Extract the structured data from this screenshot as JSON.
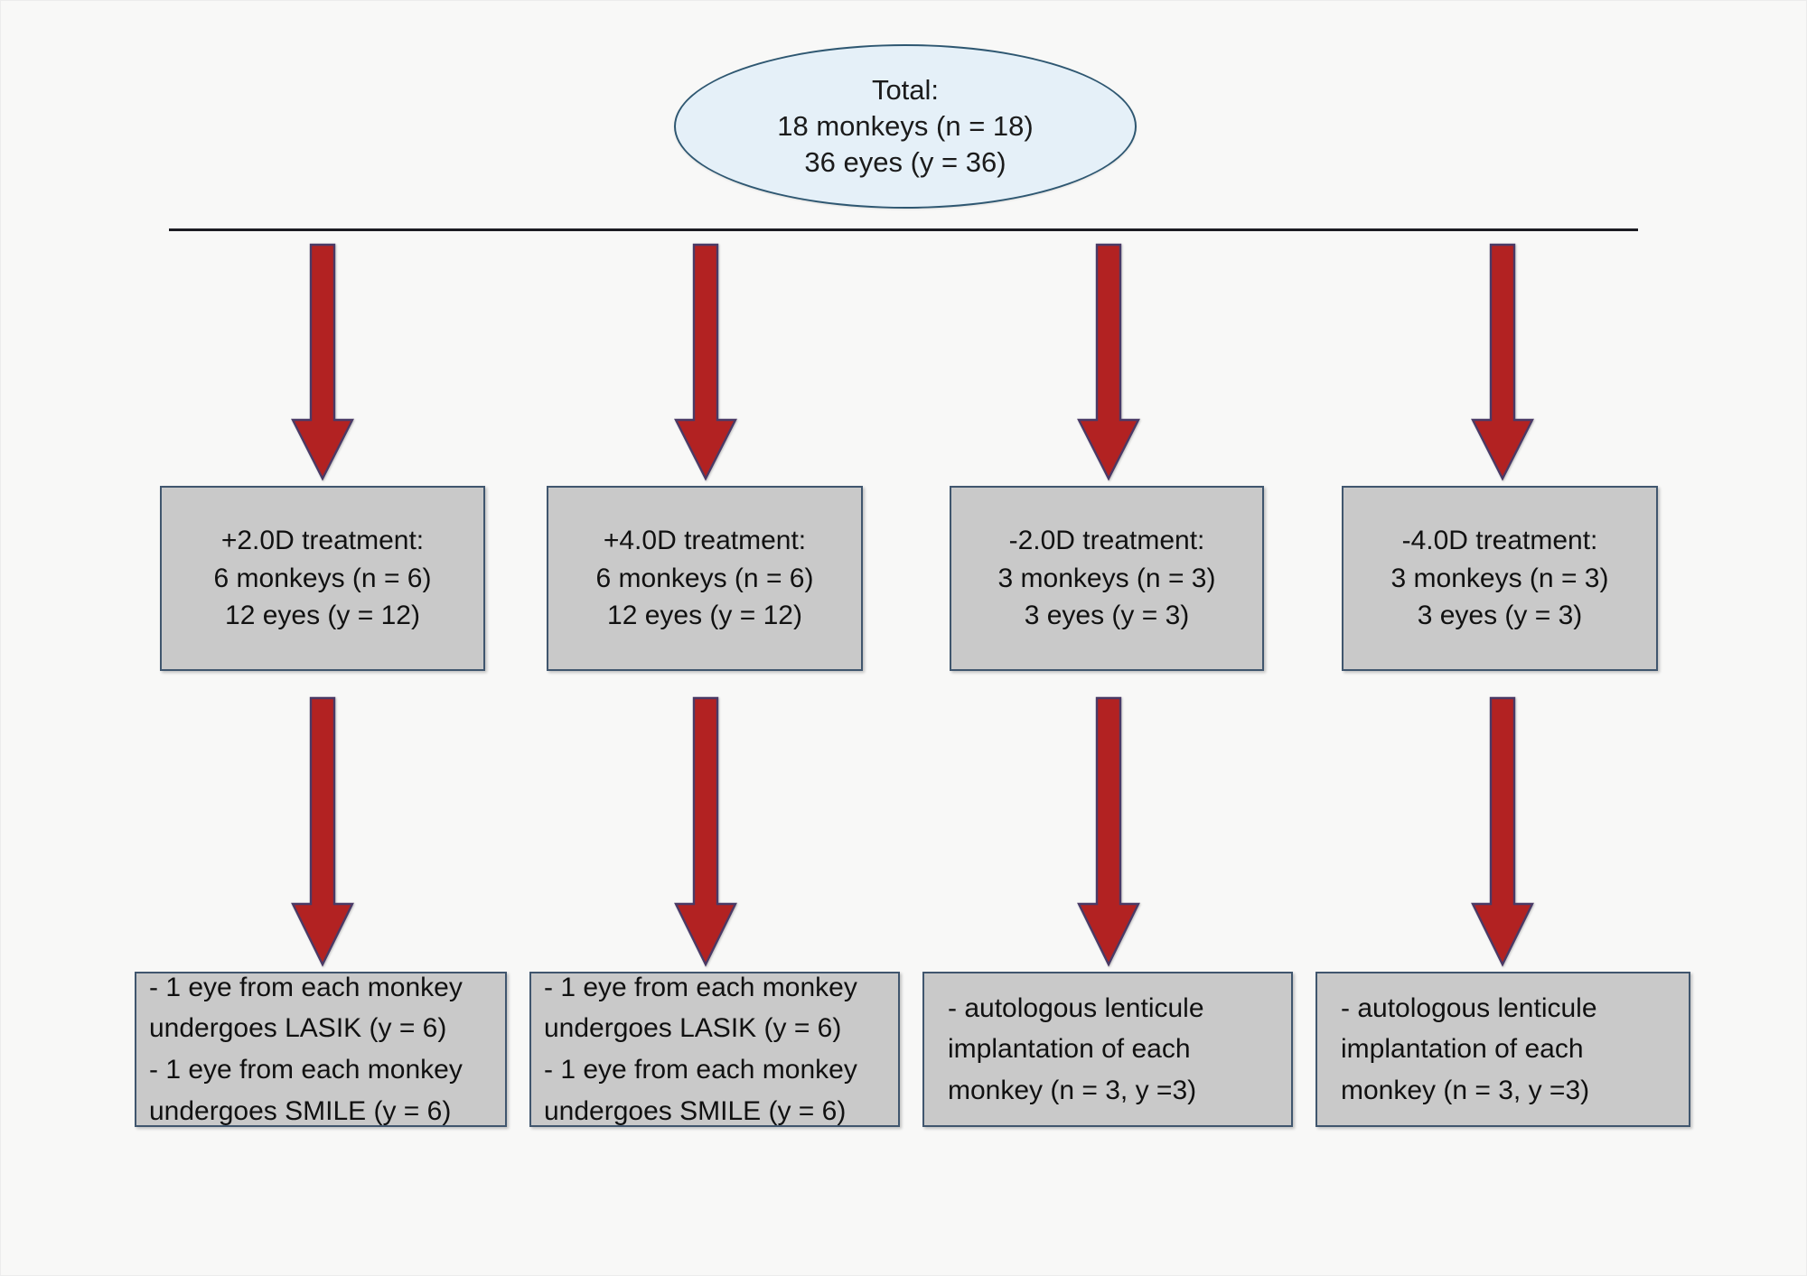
{
  "diagram": {
    "title_node": {
      "shape": "ellipse",
      "lines": [
        "Total:",
        "18 monkeys (n = 18)",
        "36 eyes (y = 36)"
      ]
    },
    "colors": {
      "background": "#f8f8f7",
      "ellipse_fill": "#e5f0f8",
      "ellipse_border": "#2e5771",
      "box_fill": "#c9c9c9",
      "box_border": "#40566e",
      "arrow_fill": "#b22222",
      "arrow_border": "#4a3a66",
      "rail_line": "#1c1c22",
      "text": "#111111"
    },
    "treatment_groups": [
      {
        "id": "plus-2d",
        "lines": [
          "+2.0D treatment:",
          "6 monkeys (n = 6)",
          "12 eyes (y = 12)"
        ]
      },
      {
        "id": "plus-4d",
        "lines": [
          "+4.0D treatment:",
          "6 monkeys (n = 6)",
          "12 eyes (y = 12)"
        ]
      },
      {
        "id": "minus-2d",
        "lines": [
          "-2.0D treatment:",
          "3 monkeys (n = 3)",
          "3 eyes (y = 3)"
        ]
      },
      {
        "id": "minus-4d",
        "lines": [
          "-4.0D treatment:",
          "3 monkeys (n = 3)",
          "3 eyes (y = 3)"
        ]
      }
    ],
    "procedure_groups": [
      {
        "id": "plus-2d-procedures",
        "align": "left",
        "lines": [
          "- 1 eye from each monkey",
          "undergoes LASIK (y = 6)",
          "- 1 eye from each monkey",
          "undergoes SMILE (y = 6)"
        ]
      },
      {
        "id": "plus-4d-procedures",
        "align": "left",
        "lines": [
          "- 1 eye from each monkey",
          "undergoes LASIK (y = 6)",
          "- 1 eye from each monkey",
          "undergoes SMILE (y = 6)"
        ]
      },
      {
        "id": "minus-2d-procedures",
        "align": "left",
        "lines": [
          "- autologous lenticule",
          "implantation of each",
          "monkey (n = 3, y =3)"
        ]
      },
      {
        "id": "minus-4d-procedures",
        "align": "left",
        "lines": [
          "- autologous lenticule",
          "implantation of each",
          "monkey (n = 3, y =3)"
        ]
      }
    ]
  }
}
